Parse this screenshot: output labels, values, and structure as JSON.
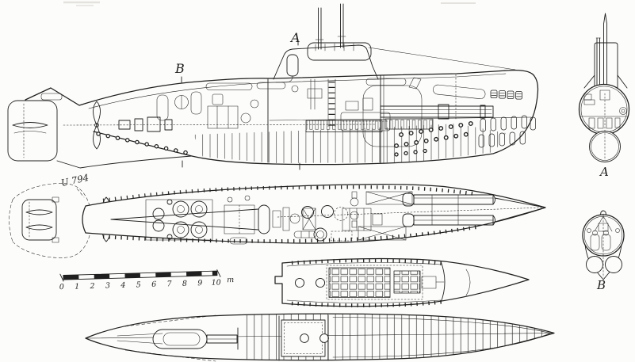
{
  "labels": {
    "boat_id": "U 794",
    "section_cut_a": "A",
    "section_cut_b": "B",
    "section_view_a": "A",
    "section_view_b": "B"
  },
  "scale_bar": {
    "ticks": [
      "0",
      "1",
      "2",
      "3",
      "4",
      "5",
      "6",
      "7",
      "8",
      "9",
      "10"
    ],
    "unit": "m"
  },
  "colors": {
    "ink": "#1f1f1f",
    "paper": "#fcfcfa"
  }
}
